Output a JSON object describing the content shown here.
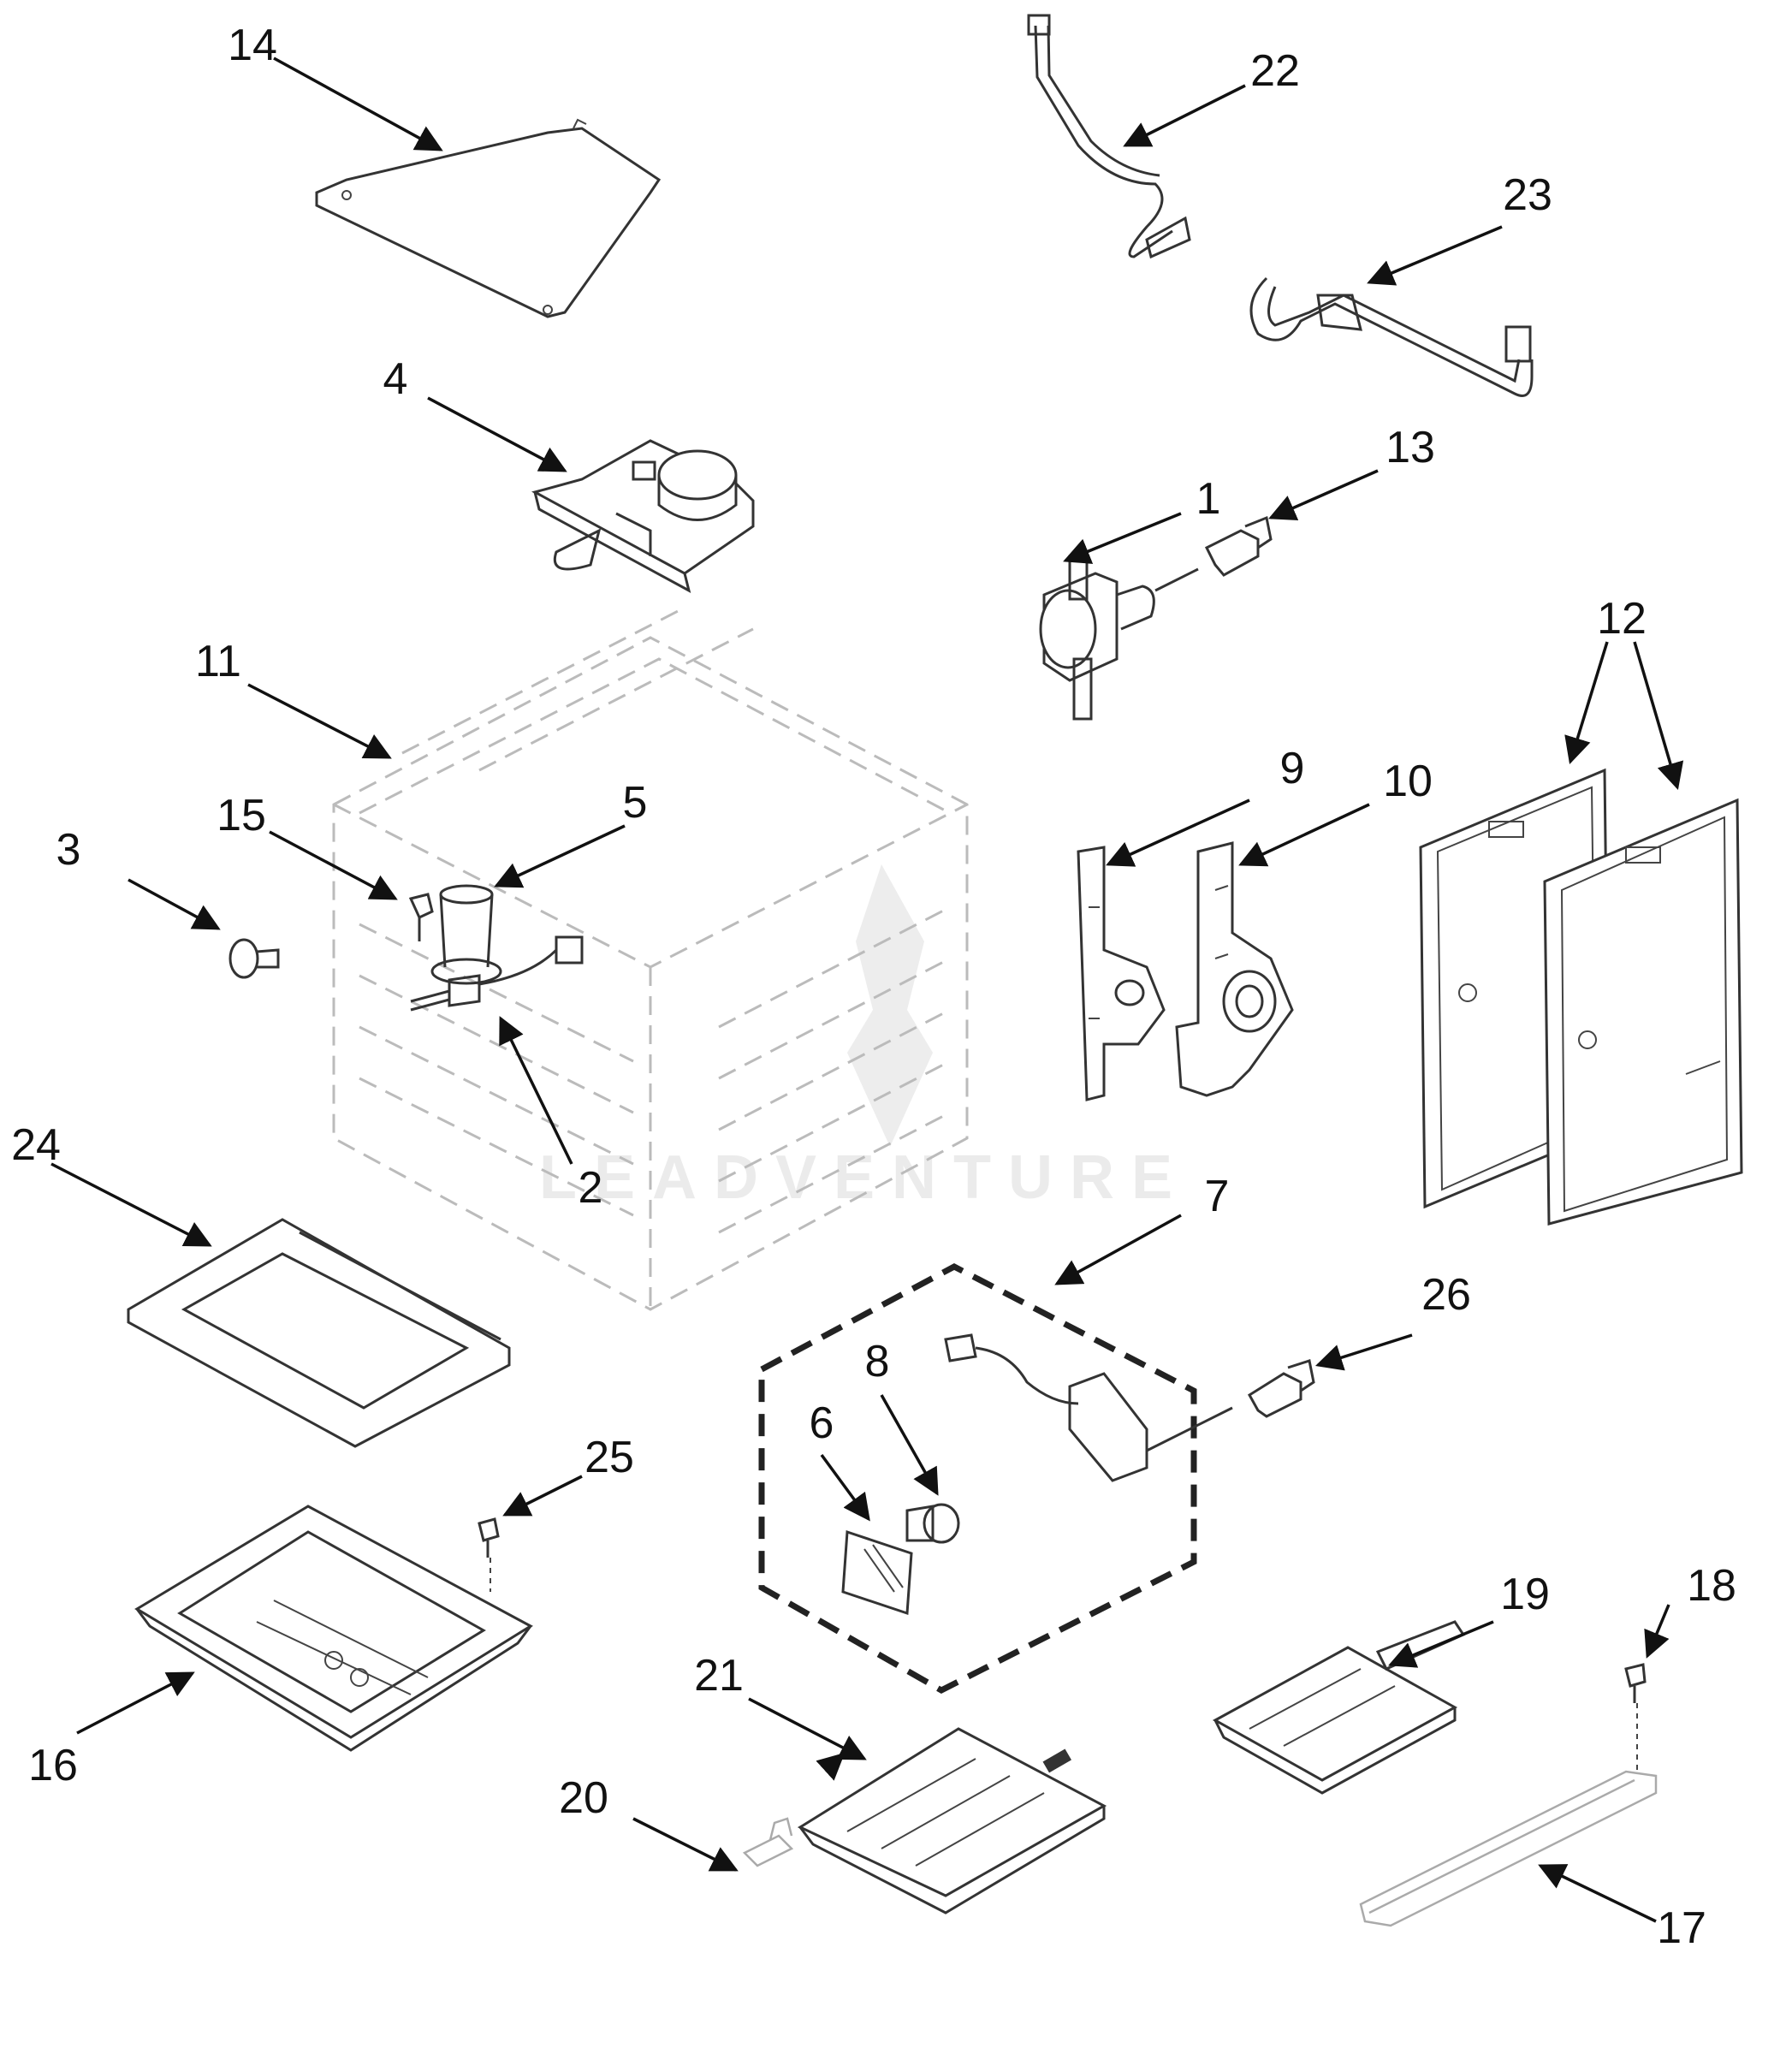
{
  "watermark": "LEADVENTURE",
  "labels": {
    "p1": "1",
    "p2": "2",
    "p3": "3",
    "p4": "4",
    "p5": "5",
    "p6": "6",
    "p7": "7",
    "p8": "8",
    "p9": "9",
    "p10": "10",
    "p11": "11",
    "p12": "12",
    "p13": "13",
    "p14": "14",
    "p15": "15",
    "p16": "16",
    "p17": "17",
    "p18": "18",
    "p19": "19",
    "p20": "20",
    "p21": "21",
    "p22": "22",
    "p23": "23",
    "p24": "24",
    "p25": "25",
    "p26": "26"
  }
}
